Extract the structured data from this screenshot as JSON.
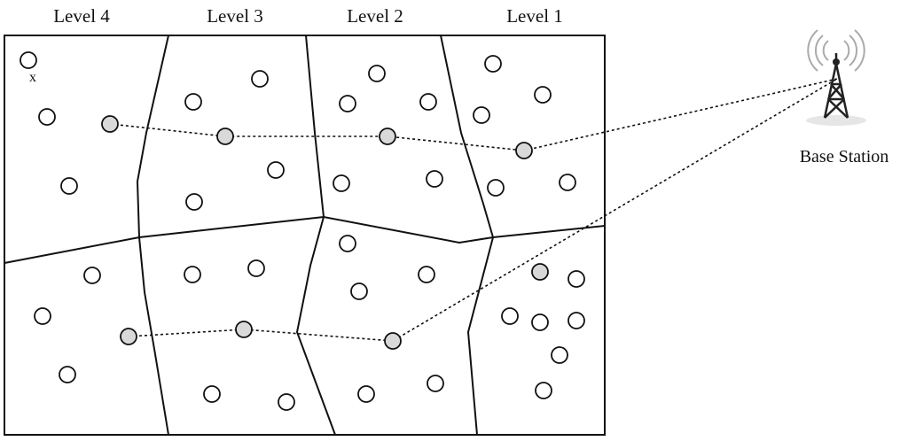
{
  "level_labels": [
    "Level 4",
    "Level 3",
    "Level 2",
    "Level 1"
  ],
  "base_station_label": "Base Station",
  "sink_marker": "x",
  "colors": {
    "stroke": "#111111",
    "node_fill": "#ffffff",
    "cluster_head_fill": "#d9d9d9",
    "tower": "#222222",
    "signal": "#aaaaaa"
  }
}
